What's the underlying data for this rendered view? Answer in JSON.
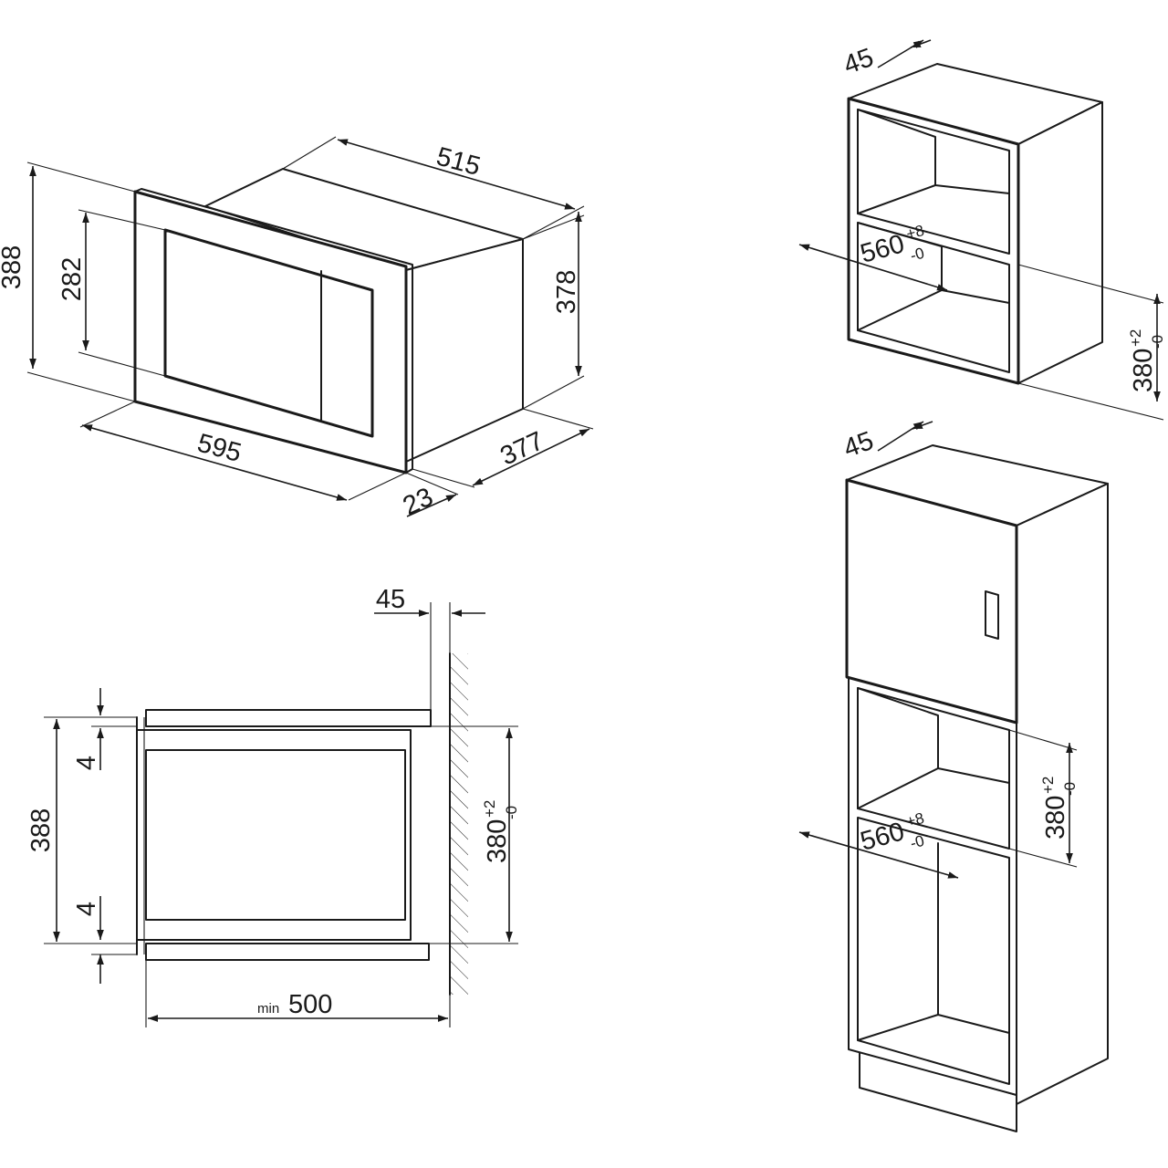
{
  "oven_view": {
    "width": "515",
    "total_height": "388",
    "door_window_height": "282",
    "body_height": "378",
    "front_width": "595",
    "depth": "377",
    "front_thickness": "23"
  },
  "cabinet_top": {
    "rear_gap": "45",
    "width_main": "560",
    "width_sup": "+8",
    "width_sub": "-0",
    "height_main": "380",
    "height_sup": "+2",
    "height_sub": "-0"
  },
  "cabinet_tall": {
    "rear_gap": "45",
    "width_main": "560",
    "width_sup": "+8",
    "width_sub": "-0",
    "height_main": "380",
    "height_sup": "+2",
    "height_sub": "-0"
  },
  "side_section": {
    "rear_gap": "45",
    "total_height": "388",
    "top_gap": "4",
    "bottom_gap": "4",
    "niche_height_main": "380",
    "niche_height_sup": "+2",
    "niche_height_sub": "-0",
    "depth_prefix": "min",
    "depth": "500"
  }
}
